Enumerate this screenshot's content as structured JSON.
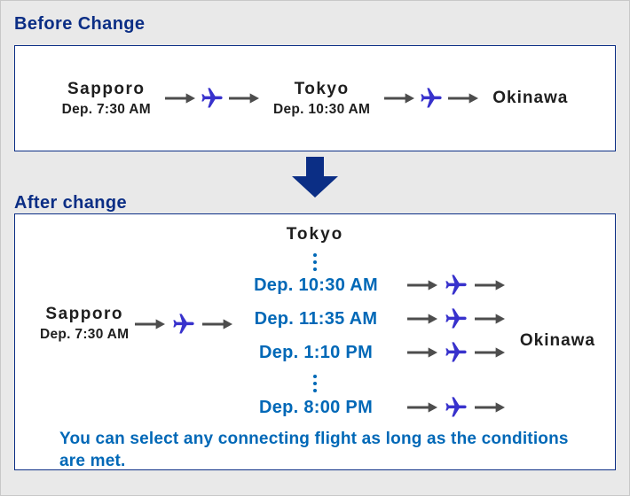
{
  "colors": {
    "navy_heading": "#0b2e85",
    "panel_border": "#0b2e85",
    "accent_blue": "#0068b7",
    "plane_blue": "#3832cc",
    "arrow_gray": "#4d4d4d",
    "text_dark": "#1e1e1e",
    "background": "#e9e9e9"
  },
  "icons": {
    "airplane": "airplane-icon",
    "arrow_right": "arrow-right-icon",
    "down_arrow": "down-arrow-icon",
    "ellipsis": "vertical-ellipsis"
  },
  "before": {
    "title": "Before Change",
    "origin": {
      "city": "Sapporo",
      "dep": "Dep. 7:30 AM"
    },
    "via": {
      "city": "Tokyo",
      "dep": "Dep. 10:30 AM"
    },
    "destination": "Okinawa"
  },
  "after": {
    "title": "After change",
    "origin": {
      "city": "Sapporo",
      "dep": "Dep. 7:30 AM"
    },
    "hub": "Tokyo",
    "options": [
      "Dep. 10:30 AM",
      "Dep. 11:35 AM",
      "Dep. 1:10 PM",
      "Dep. 8:00 PM"
    ],
    "destination": "Okinawa",
    "note": "You can select any connecting flight as long as the conditions are met."
  }
}
